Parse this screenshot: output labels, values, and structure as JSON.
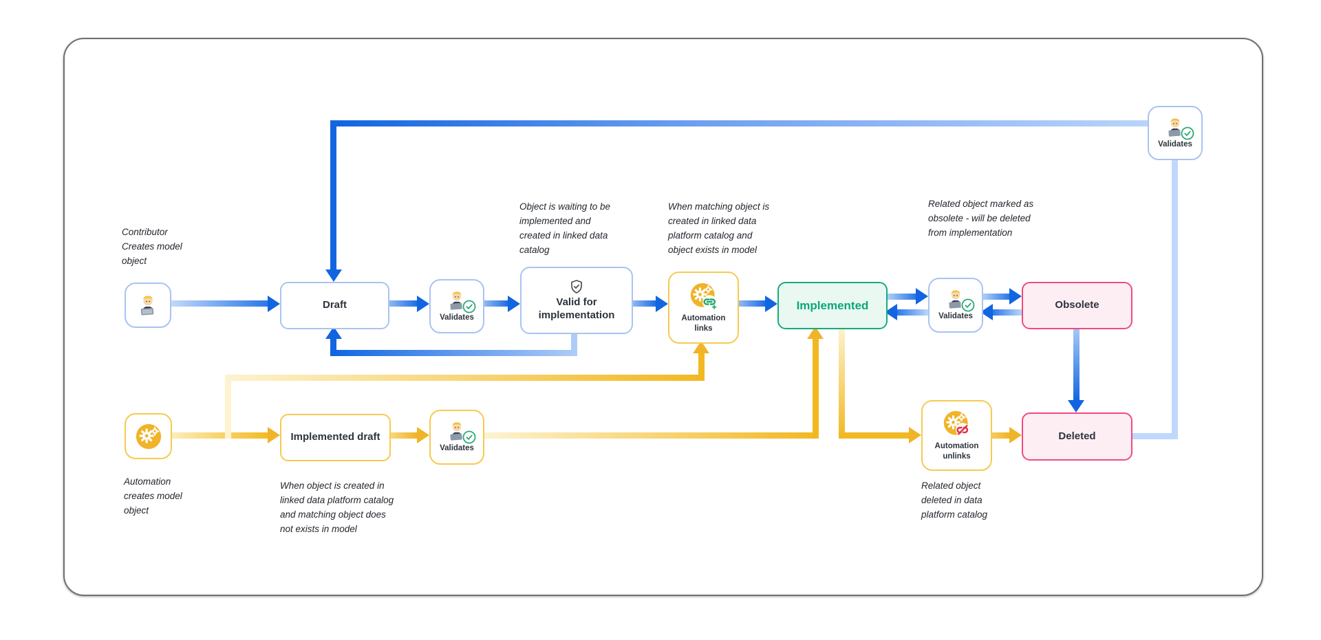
{
  "diagram": {
    "title_hint": "Model object lifecycle flow",
    "colors": {
      "blue_dark": "#1165e1",
      "blue_light": "#bdd7fb",
      "blue_border": "#a9c3f2",
      "yellow": "#f0b429",
      "yellow_light": "#fdf3cf",
      "yellow_border": "#f6ca4f",
      "green_border": "#17a97c",
      "green_text": "#0ca678",
      "green_bg": "#e9f9f2",
      "pink_border": "#f04a7e",
      "pink_bg": "#fdeef4",
      "check_green": "#2aa972",
      "unlink_red": "#e0344a"
    },
    "nodes": {
      "draft": {
        "label": "Draft"
      },
      "validates_1": {
        "label": "Validates"
      },
      "valid_for_implementation": {
        "label": "Valid for\nimplementation"
      },
      "automation_links": {
        "label": "Automation\nlinks"
      },
      "implemented": {
        "label": "Implemented"
      },
      "validates_2": {
        "label": "Validates"
      },
      "obsolete": {
        "label": "Obsolete"
      },
      "implemented_draft": {
        "label": "Implemented draft"
      },
      "validates_3": {
        "label": "Validates"
      },
      "automation_unlinks": {
        "label": "Automation\nunlinks"
      },
      "deleted": {
        "label": "Deleted"
      },
      "validates_top": {
        "label": "Validates"
      }
    },
    "annotations": {
      "contributor": "Contributor\nCreates model\nobject",
      "waiting": "Object is waiting to be\nimplemented and\ncreated in linked data\ncatalog",
      "matching": "When matching object is\ncreated in linked data\nplatform catalog  and\nobject exists in model",
      "obsolete_note": "Related object marked as\nobsolete - will be deleted\nfrom implementation",
      "automation": "Automation\ncreates model\nobject",
      "created_in_catalog": "When object is created in\nlinked data platform catalog\n and matching object does\nnot exists in model",
      "deleted_note": "Related object\ndeleted in data\nplatform catalog"
    }
  }
}
